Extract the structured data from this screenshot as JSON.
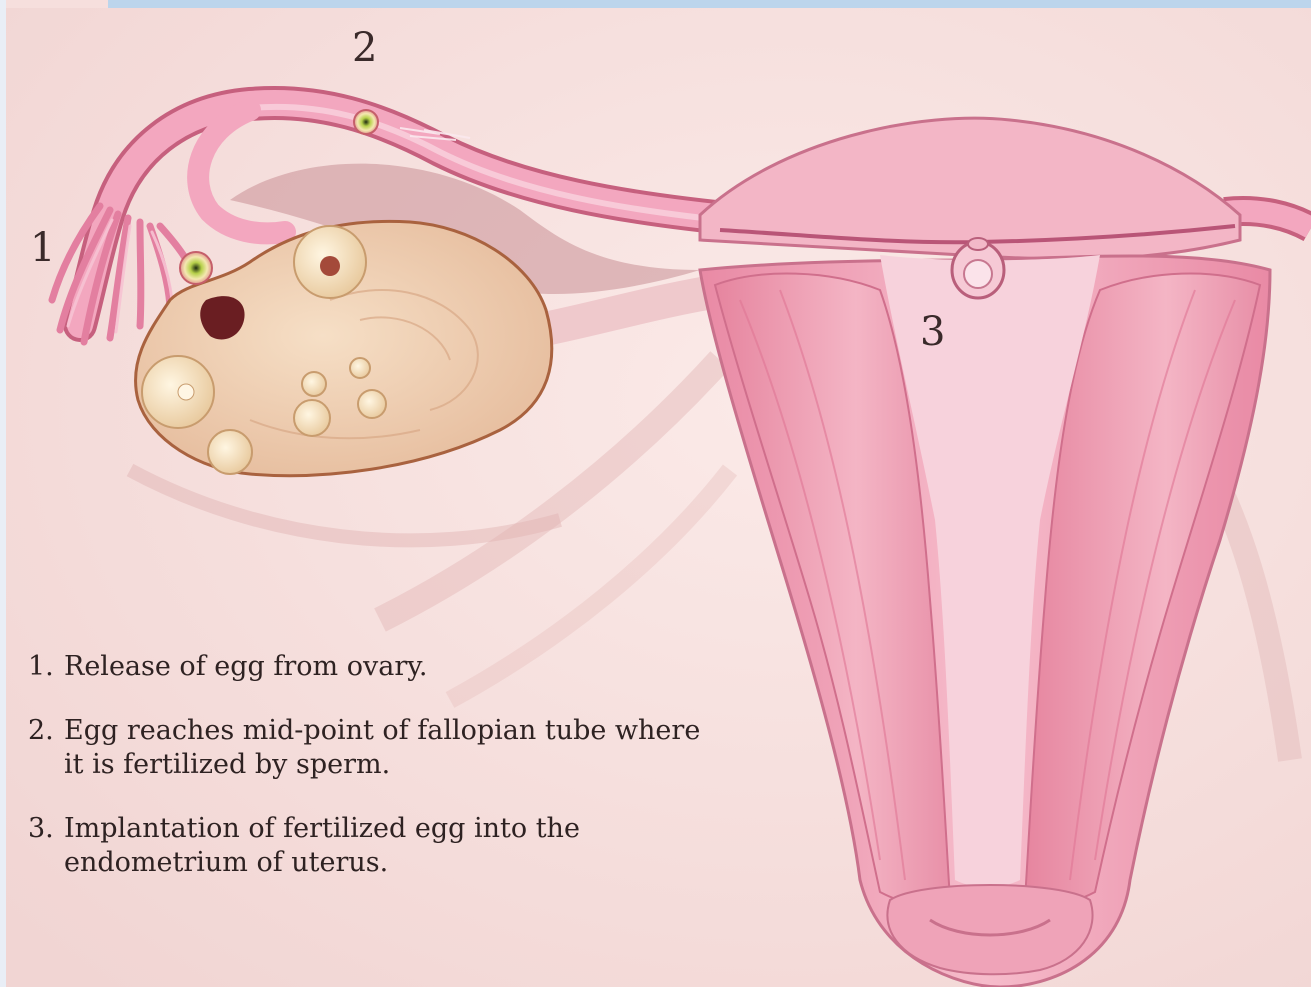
{
  "colors": {
    "background": "#f6dfdd",
    "uterus": "#f2a9bd",
    "uterus_dark": "#d9718f",
    "ovary": "#f1d2b4",
    "egg": "#a8c23c",
    "text": "#2e2222"
  },
  "markers": [
    "1",
    "2",
    "3"
  ],
  "legend": [
    {
      "number": "1.",
      "text": "Release of egg from ovary."
    },
    {
      "number": "2.",
      "text": "Egg reaches mid-point of fallopian tube where it is fertilized by sperm."
    },
    {
      "number": "3.",
      "text": "Implantation of fertilized egg into the endometrium of uterus."
    }
  ]
}
